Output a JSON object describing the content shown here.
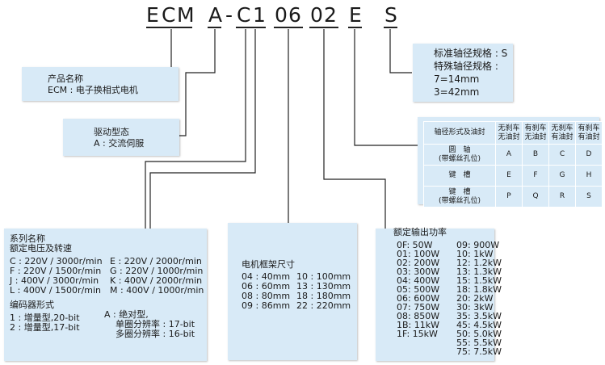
{
  "code": {
    "chars": [
      "E",
      "C",
      "M",
      "A",
      "-",
      "C",
      "1",
      "0",
      "6",
      "0",
      "2",
      "E",
      "S"
    ]
  },
  "product_name": {
    "title": "产品名称",
    "value": "ECM : 电子换相式电机"
  },
  "drive_type": {
    "title": "驱动型态",
    "value": "A : 交流伺服"
  },
  "shaft_spec": {
    "lines": [
      "标准轴径规格 : S",
      "特殊轴径规格 :",
      "7=14mm",
      "3=42mm"
    ]
  },
  "seal_table": {
    "header": [
      "轴径形式及油封",
      "无刹车\n无油封",
      "有刹车\n无油封",
      "无刹车\n有油封",
      "有刹车\n有油封"
    ],
    "rows": [
      {
        "label": "圆　轴\n(带螺丝孔位)",
        "codes": [
          "A",
          "B",
          "C",
          "D"
        ]
      },
      {
        "label": "键　槽",
        "codes": [
          "E",
          "F",
          "G",
          "H"
        ]
      },
      {
        "label": "键　槽\n(带螺丝孔位)",
        "codes": [
          "P",
          "Q",
          "R",
          "S"
        ]
      }
    ]
  },
  "series": {
    "title": "系列名称",
    "subtitle": "额定电压及转速",
    "speeds_left": [
      "C : 220V / 3000r/min",
      "F : 220V / 1500r/min",
      "J : 400V / 3000r/min",
      "L : 400V / 1500r/min"
    ],
    "speeds_right": [
      "E : 220V / 2000r/min",
      "G : 220V / 1000r/min",
      "K : 400V / 2000r/min",
      "M : 400V / 1000r/min"
    ],
    "encoder_title": "编码器形式",
    "encoders_left": [
      "1 : 增量型,20-bit",
      "2 : 增量型,17-bit"
    ],
    "encoders_right": [
      "A : 绝对型,",
      "单圈分辨率 : 17-bit",
      "多圈分辨率 : 16-bit"
    ]
  },
  "frame": {
    "title": "电机框架尺寸",
    "left": [
      "04 : 40mm",
      "06 : 60mm",
      "08 : 80mm",
      "09 : 86mm"
    ],
    "right": [
      "10 : 100mm",
      "13 : 130mm",
      "18 : 180mm",
      "22 : 220mm"
    ]
  },
  "power": {
    "title": "额定输出功率",
    "left": [
      "0F: 50W",
      "01: 100W",
      "02: 200W",
      "03: 300W",
      "04: 400W",
      "05: 500W",
      "06: 600W",
      "07: 750W",
      "08: 850W",
      "1B: 11kW",
      "1F: 15kW"
    ],
    "right": [
      "09: 900W",
      "10: 1kW",
      "12: 1.2kW",
      "13: 1.3kW",
      "15: 1.5kW",
      "18: 1.8kW",
      "20: 2kW",
      "30: 3kW",
      "35: 3.5kW",
      "45: 4.5kW",
      "50: 5.0kW",
      "55: 5.5kW",
      "75: 7.5kW"
    ]
  }
}
